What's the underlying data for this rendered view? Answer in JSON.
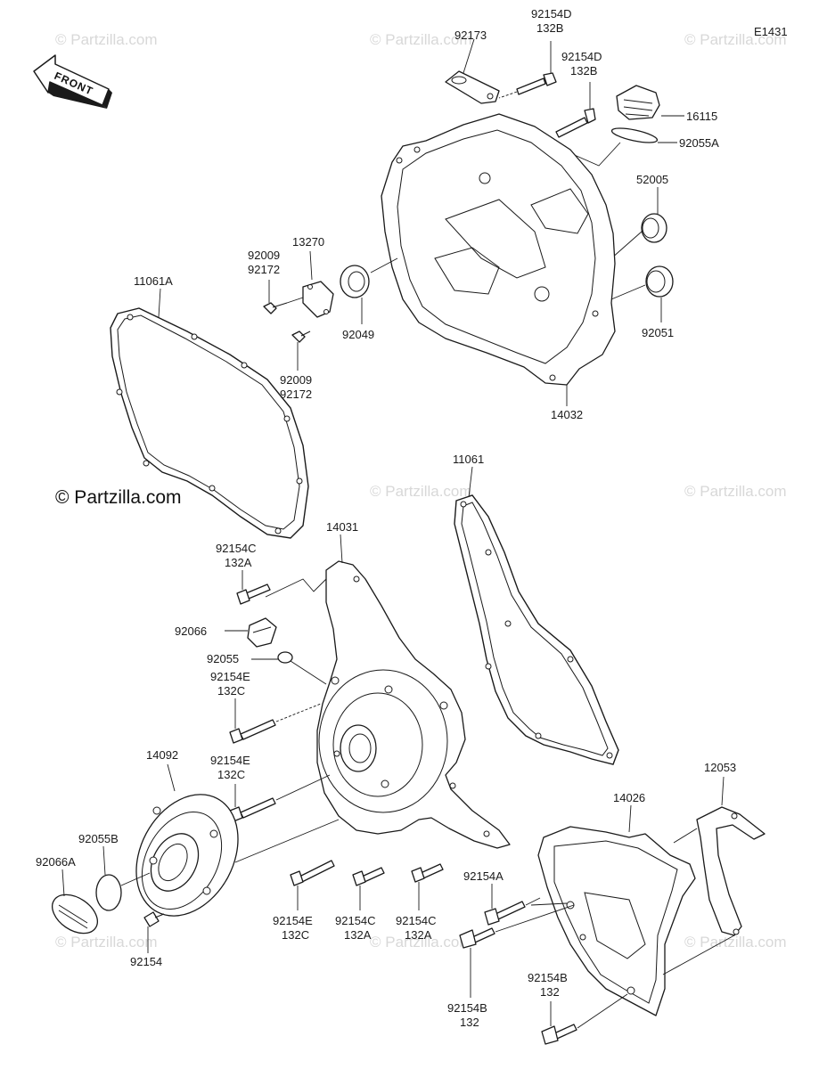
{
  "diagram_code": "E1431",
  "front_arrow_label": "FRONT",
  "watermark": "© Partzilla.com",
  "labels": {
    "p92173": "92173",
    "p92154D_1": "92154D",
    "p132B_1": "132B",
    "p92154D_2": "92154D",
    "p132B_2": "132B",
    "p16115": "16115",
    "p92055A": "92055A",
    "p52005": "52005",
    "p92051": "92051",
    "p14032": "14032",
    "p92049": "92049",
    "p13270": "13270",
    "p92009_1": "92009",
    "p92172_1": "92172",
    "p92009_2": "92009",
    "p92172_2": "92172",
    "p11061A": "11061A",
    "p11061": "11061",
    "p14031": "14031",
    "p92154C_1": "92154C",
    "p132A_1": "132A",
    "p92066": "92066",
    "p92055": "92055",
    "p92154E_1": "92154E",
    "p132C_1": "132C",
    "p92154E_2": "92154E",
    "p132C_2": "132C",
    "p14092": "14092",
    "p92055B": "92055B",
    "p92066A": "92066A",
    "p92154": "92154",
    "p92154E_3": "92154E",
    "p132C_3": "132C",
    "p92154C_2": "92154C",
    "p132A_2": "132A",
    "p92154C_3": "92154C",
    "p132A_3": "132A",
    "p12053": "12053",
    "p14026": "14026",
    "p92154A": "92154A",
    "p92154B_1": "92154B",
    "p132_1": "132",
    "p92154B_2": "92154B",
    "p132_2": "132"
  }
}
